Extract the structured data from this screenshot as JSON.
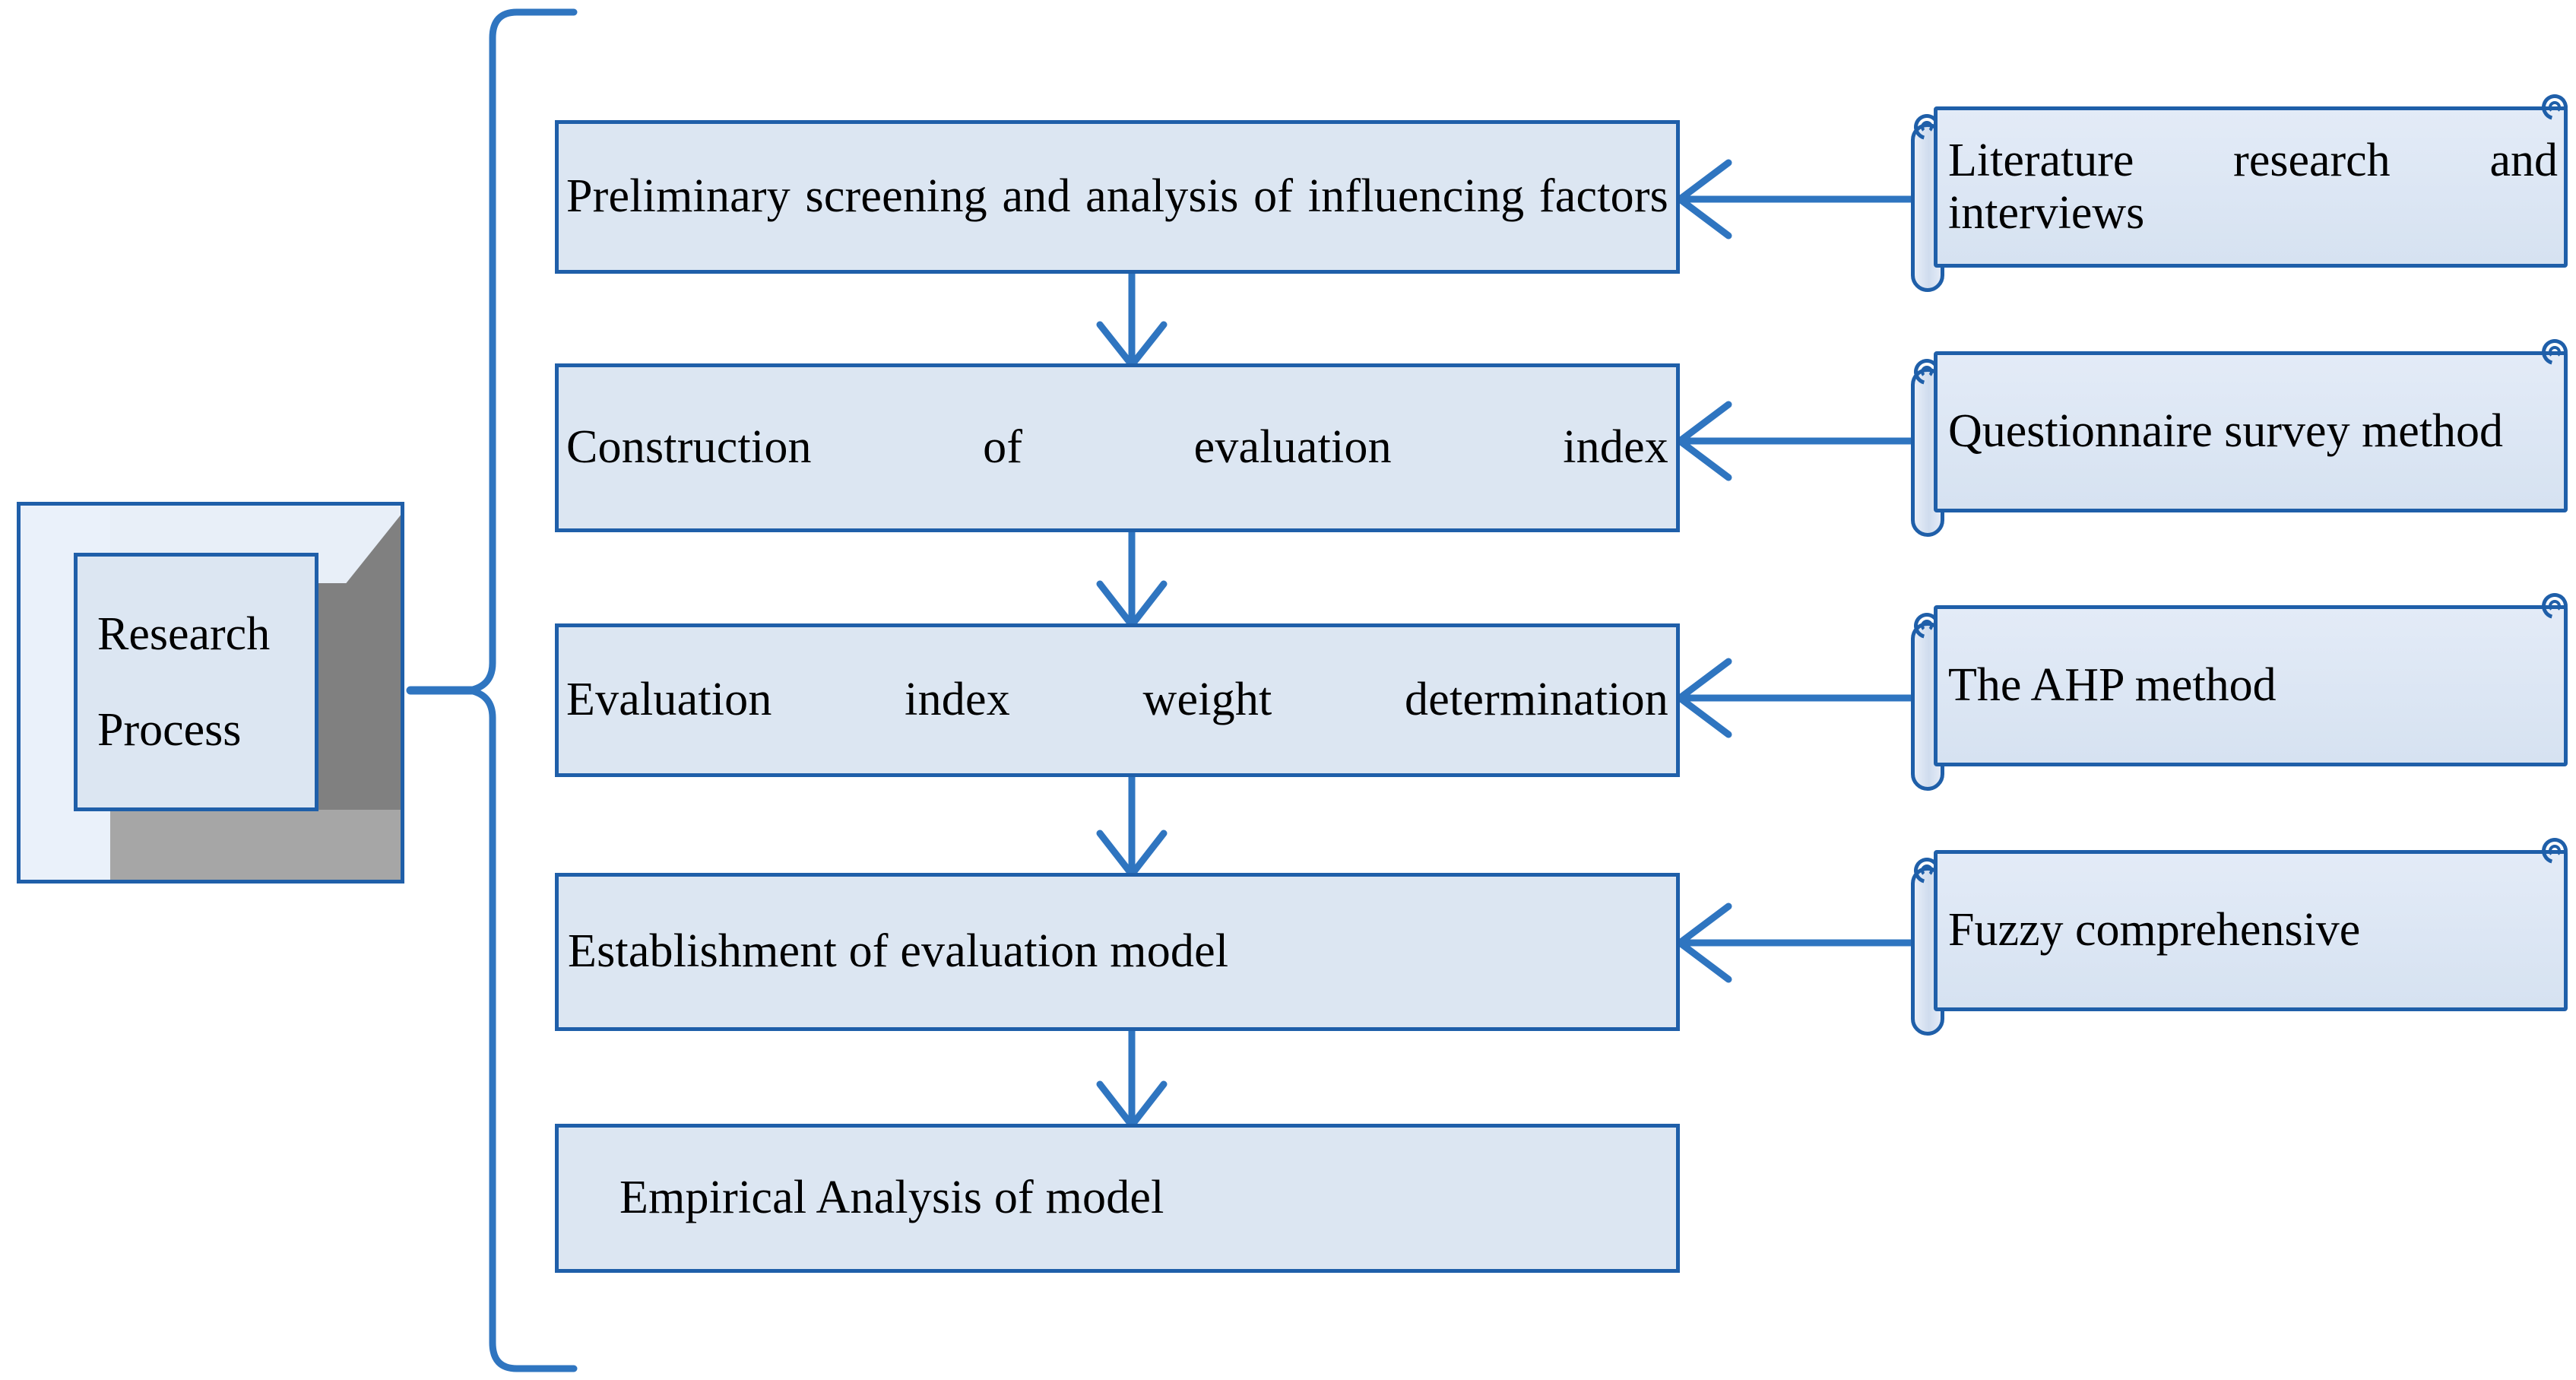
{
  "diagram": {
    "title": "Research Process",
    "root": {
      "label_line1": "Research",
      "label_line2": "Process"
    },
    "steps": [
      {
        "id": "step-1",
        "label": "Preliminary screening and analysis of influencing factors"
      },
      {
        "id": "step-2",
        "label": "Construction   of   evaluation   index"
      },
      {
        "id": "step-3",
        "label": "Evaluation index weight determination"
      },
      {
        "id": "step-4",
        "label": "Establishment of evaluation model"
      },
      {
        "id": "step-5",
        "label": "Empirical Analysis of model"
      }
    ],
    "methods": [
      {
        "id": "method-1",
        "label": "Literature   research and interviews"
      },
      {
        "id": "method-2",
        "label": "Questionnaire survey method"
      },
      {
        "id": "method-3",
        "label": "The AHP method"
      },
      {
        "id": "method-4",
        "label": "Fuzzy comprehensive"
      }
    ],
    "colors": {
      "stroke": "#1f5fa9",
      "box_fill": "#dce6f2",
      "note_fill": "#dfe8f5",
      "arrow": "#2f75c0",
      "bevel_dark": "#808080",
      "bevel_mid": "#a6a6a6",
      "bevel_light": "#e8eff8",
      "text": "#000000"
    },
    "connectors": {
      "brace": "left-curly-brace",
      "vertical_arrows": 4,
      "horizontal_arrows": 4,
      "arrowhead_style": "open-v"
    }
  }
}
